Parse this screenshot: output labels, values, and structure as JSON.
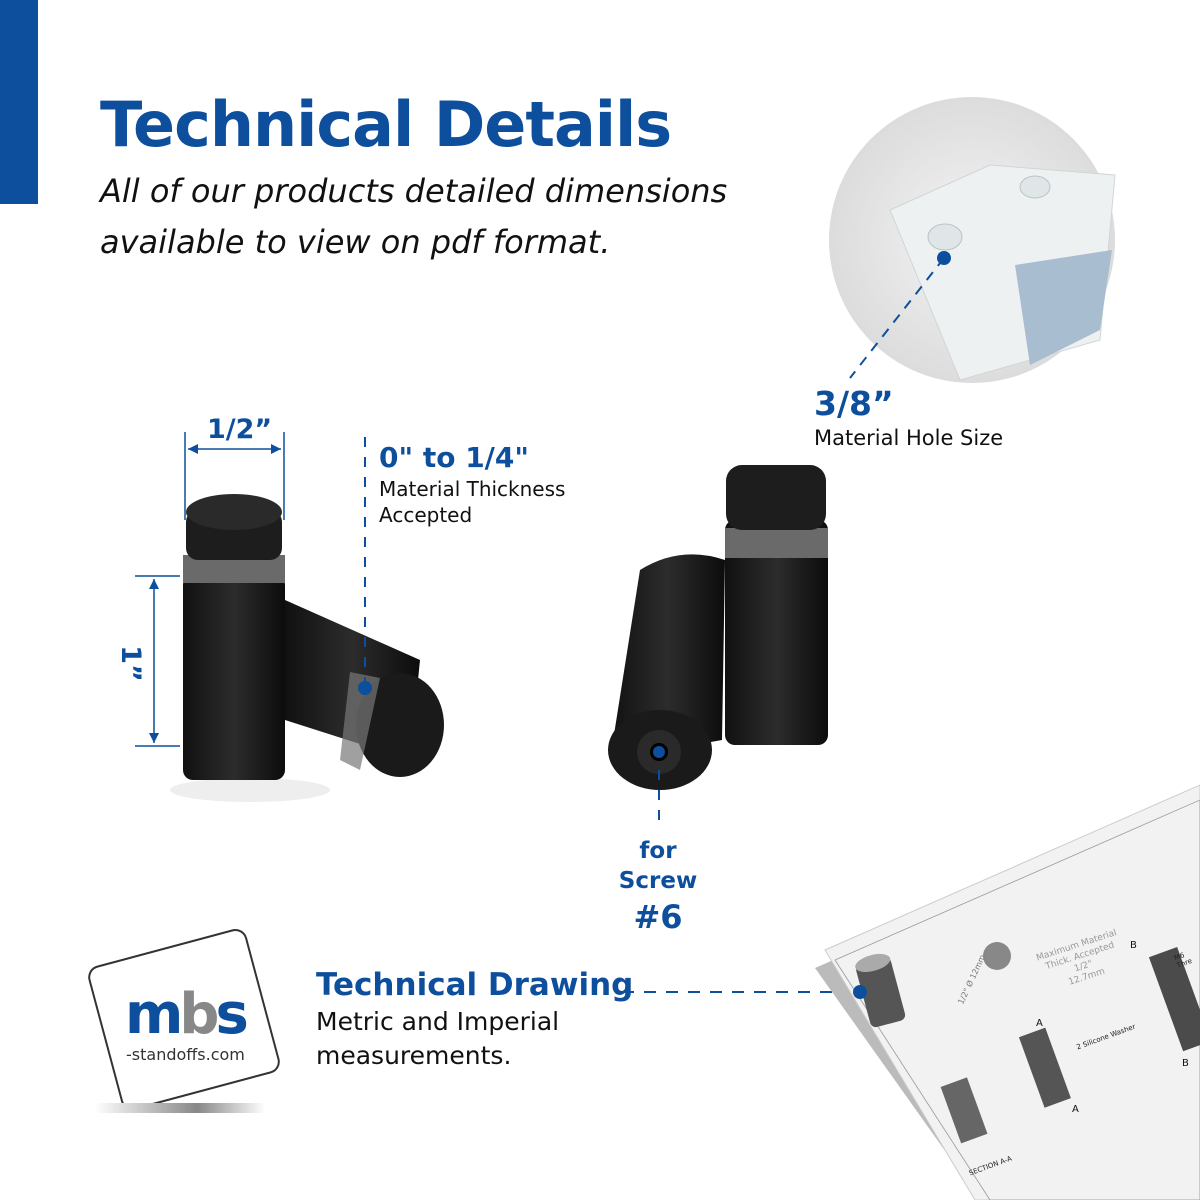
{
  "header": {
    "title": "Technical Details",
    "subtitle_line1": "All of our products detailed dimensions",
    "subtitle_line2": "available to view on pdf format."
  },
  "dimensions": {
    "width": "1/2”",
    "height": "1”",
    "thickness_value": "0\" to 1/4\"",
    "thickness_label_line1": "Material Thickness",
    "thickness_label_line2": "Accepted",
    "hole_value": "3/8”",
    "hole_label": "Material Hole Size",
    "screw_label": "for Screw",
    "screw_value": "#6"
  },
  "drawing_callout": {
    "title": "Technical Drawing",
    "line1": "Metric and Imperial",
    "line2": "measurements."
  },
  "logo": {
    "mark": "mbs",
    "domain": "-standoffs.com"
  },
  "drawing_sheet": {
    "dia_imperial": "1/2\"",
    "dia_metric": "Ø 12mm",
    "max_label_line1": "Maximum Material",
    "max_label_line2": "Thick. Accepted",
    "max_imperial": "1/2\"",
    "max_metric": "12.7mm",
    "washer": "2 Silicone Washer",
    "thread": "M6 Thre",
    "section": "SECTION A-A",
    "marker_a": "A",
    "marker_b": "B"
  },
  "colors": {
    "accent": "#0d4f9c",
    "standoff": "#1c1c1c"
  }
}
